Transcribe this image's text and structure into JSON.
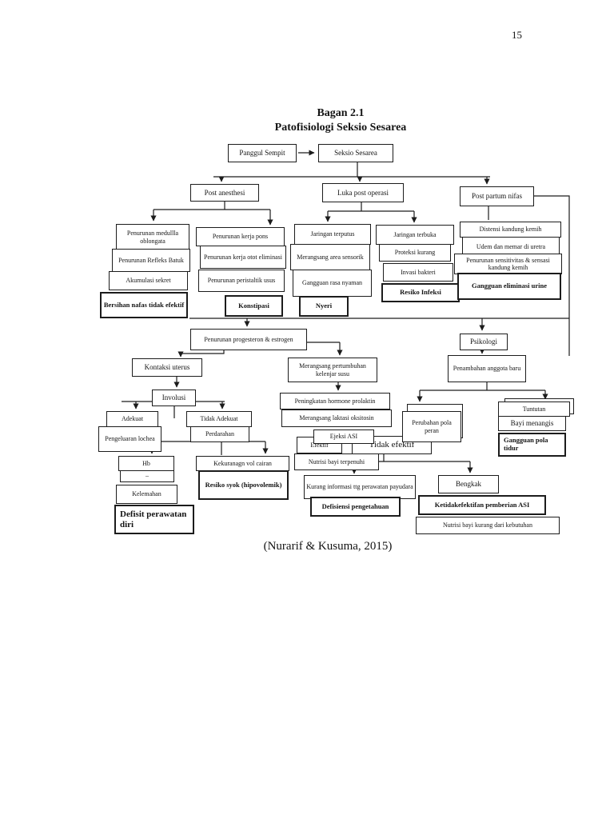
{
  "page": {
    "number": "15",
    "citation": "(Nurarif & Kusuma, 2015)"
  },
  "title": {
    "line1": "Bagan 2.1",
    "line2": "Patofisiologi Seksio Sesarea"
  },
  "diagram_colors": {
    "line": "#1c1c1c",
    "box_bg": "#ffffff",
    "text": "#141414"
  },
  "nodes": {
    "panggul_sempit": {
      "label": "Panggul Sempit"
    },
    "seksio_sesarea": {
      "label": "Seksio Sesarea"
    },
    "post_anesthesi": {
      "label": "Post anesthesi"
    },
    "luka_post_operasi": {
      "label": "Luka post operasi"
    },
    "post_partum_nifas": {
      "label": "Post partum nifas"
    },
    "penurunan_medulla": {
      "label": "Penurunan medullla oblongata"
    },
    "penurunan_refleks_batuk": {
      "label": "Penurunan Refleks Batuk"
    },
    "akumulasi_sekret": {
      "label": "Akumulasi sekret"
    },
    "bersihan_nafas": {
      "label": "Bersihan nafas tidak efektif"
    },
    "penurunan_kerja_pons": {
      "label": "Penurunan kerja pons"
    },
    "penurunan_kerja_otot": {
      "label": "Penurunan kerja otot eliminasi"
    },
    "penurunan_peristaltik": {
      "label": "Penurunan peristaltik usus"
    },
    "konstipasi": {
      "label": "Konstipasi"
    },
    "jaringan_terputus": {
      "label": "Jaringan terputus"
    },
    "merangsang_area_sensorik": {
      "label": "Merangsang area sensorik"
    },
    "gangguan_rasa_nyaman": {
      "label": "Gangguan rasa nyaman"
    },
    "nyeri": {
      "label": "Nyeri"
    },
    "jaringan_terbuka": {
      "label": "Jaringan terbuka"
    },
    "proteksi_kurang": {
      "label": "Proteksi kurang"
    },
    "invasi_bakteri": {
      "label": "Invasi bakteri"
    },
    "resiko_infeksi": {
      "label": "Resiko Infeksi"
    },
    "distensi_kandung_kemih": {
      "label": "Distensi kandung kemih"
    },
    "udem_memar_uretra": {
      "label": "Udem dan memar di uretra"
    },
    "penurunan_sensitivitas": {
      "label": "Penurunan sensitivitas & sensasi kandung kemih"
    },
    "gangguan_eliminasi_urine": {
      "label": "Gangguan eliminasi urine"
    },
    "penurunan_progesteron": {
      "label": "Penurunan progesteron & estrogen"
    },
    "psikologi": {
      "label": "Psikologi"
    },
    "kontaksi_uterus": {
      "label": "Kontaksi uterus"
    },
    "involusi": {
      "label": "Involusi"
    },
    "adekuat": {
      "label": "Adekuat"
    },
    "pengeluaran_lochea": {
      "label": "Pengeluaran lochea"
    },
    "tidak_adekuat": {
      "label": "Tidak Adekuat"
    },
    "perdarahan": {
      "label": "Perdarahan"
    },
    "hb": {
      "label": "Hb"
    },
    "hb_extra": {
      "label": "–"
    },
    "kelemahan": {
      "label": "Kelemahan"
    },
    "defisit_perawatan_diri": {
      "label": "Defisit perawatan diri"
    },
    "kekurangan_vol_cairan": {
      "label": "Kekuranagn vol cairan"
    },
    "resiko_syok": {
      "label": "Resiko syok (hipovolemik)"
    },
    "merangsang_pertumbuhan": {
      "label": "Merangsang pertumbuhan kelenjar susu"
    },
    "peningkatan_hormone": {
      "label": "Peningkatan hormone prolaktin"
    },
    "merangsang_laktasi": {
      "label": "Merangsang laktasi oksitosin"
    },
    "ejeksi_asi": {
      "label": "Ejeksi ASI"
    },
    "efektif": {
      "label": "Efektif"
    },
    "tidak_efektif": {
      "label": "Tidak efektif"
    },
    "nutrisi_terpenuhi": {
      "label": "Nutrisi bayi terpenuhi"
    },
    "kurang_informasi": {
      "label": "Kurang informasi ttg perawatan payudara"
    },
    "defisiensi_pengetahuan": {
      "label": "Defisiensi pengetahuan"
    },
    "bengkak": {
      "label": "Bengkak"
    },
    "ketidakefektifan_asi": {
      "label": "Ketidakefektifan pemberian ASI"
    },
    "nutrisi_kurang": {
      "label": "Nutrisi bayi kurang dari kebutuhan"
    },
    "penambahan_anggota": {
      "label": "Penambahan anggota baru"
    },
    "perubahan_back": {
      "label": ""
    },
    "perubahan_pola_peran": {
      "label": "Perubahan pola peran"
    },
    "tuntutan_back": {
      "label": ""
    },
    "tuntutan": {
      "label": "Tuntutan"
    },
    "bayi_menangis": {
      "label": "Bayi menangis"
    },
    "gangguan_pola_tidur": {
      "label": "Gangguan pola tidur"
    }
  }
}
